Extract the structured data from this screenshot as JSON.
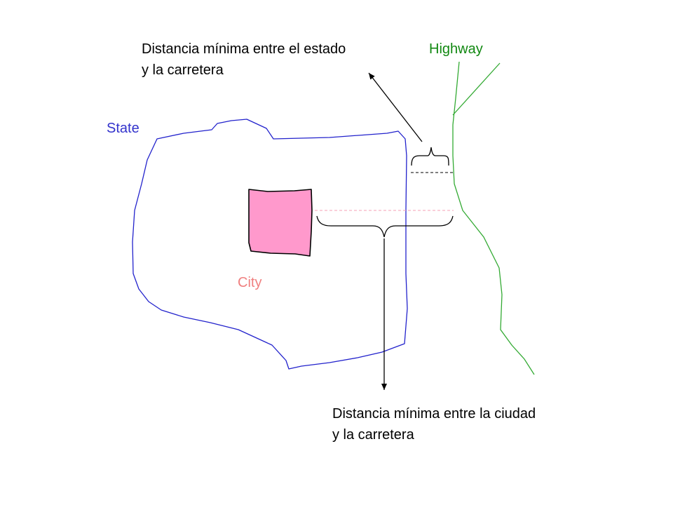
{
  "labels": {
    "state": "State",
    "city": "City",
    "highway": "Highway"
  },
  "callouts": {
    "state_highway": {
      "line1": "Distancia mínima entre el estado",
      "line2": "y la carretera"
    },
    "city_highway": {
      "line1": "Distancia mínima entre la ciudad",
      "line2": "y la carretera"
    }
  },
  "colors": {
    "state": "#3333cc",
    "state_outline": "#2222cc",
    "city_label": "#f08080",
    "city_fill": "#ff99cc",
    "city_dashed": "#f4a0b4",
    "highway": "#118811",
    "highway_line": "#33aa33",
    "annotation": "#000000"
  }
}
